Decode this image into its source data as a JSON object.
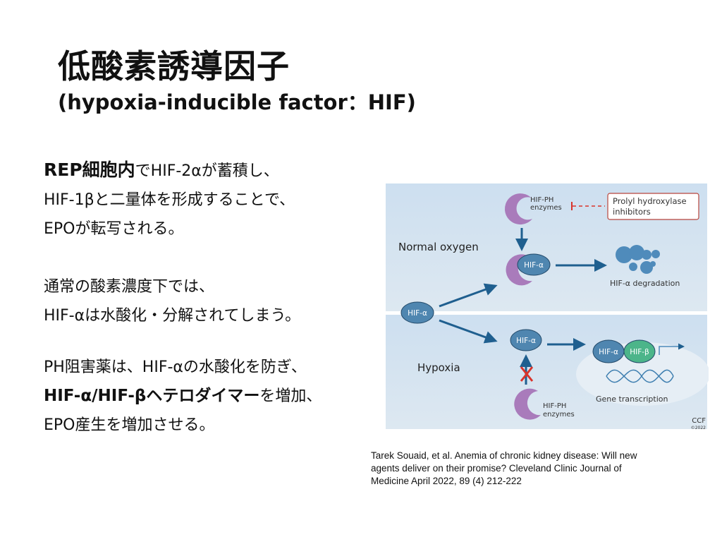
{
  "title": "低酸素誘導因子",
  "subtitle": "(hypoxia-inducible factor：HIF)",
  "paragraphs": {
    "p1": {
      "bold": "REP細胞内",
      "l1": "でHIF-2αが蓄積し、",
      "l2": "HIF-1βと二量体を形成することで、",
      "l3": "EPOが転写される。"
    },
    "p2": {
      "l1": "通常の酸素濃度下では、",
      "l2": "HIF-αは水酸化・分解されてしまう。"
    },
    "p3": {
      "l1": "PH阻害薬は、HIF-αの水酸化を防ぎ、",
      "bold": "HIF-α/HIF-βヘテロダイマー",
      "l2": "を増加、",
      "l3": "EPO産生を増加させる。"
    }
  },
  "diagram": {
    "normal_label": "Normal oxygen",
    "hypoxia_label": "Hypoxia",
    "enzyme_l1": "HIF-PH",
    "enzyme_l2": "enzymes",
    "inhibitor_l1": "Prolyl hydroxylase",
    "inhibitor_l2": "inhibitors",
    "hif_a": "HIF-α",
    "hif_b": "HIF-β",
    "degradation": "HIF-α degradation",
    "transcription": "Gene transcription",
    "credit": "CCF",
    "copyright": "©2022",
    "colors": {
      "panel": "#d3e2ef",
      "hif": "#4f86b0",
      "enzyme": "#a97bbb",
      "beta": "#4cb58a",
      "arrow": "#1f5f8f",
      "red": "#d9342b"
    }
  },
  "citation": {
    "l1": "Tarek Souaid, et al. Anemia of chronic kidney disease: Will new",
    "l2": "agents deliver on their promise? Cleveland Clinic Journal of",
    "l3": "Medicine April 2022, 89 (4) 212-222"
  }
}
